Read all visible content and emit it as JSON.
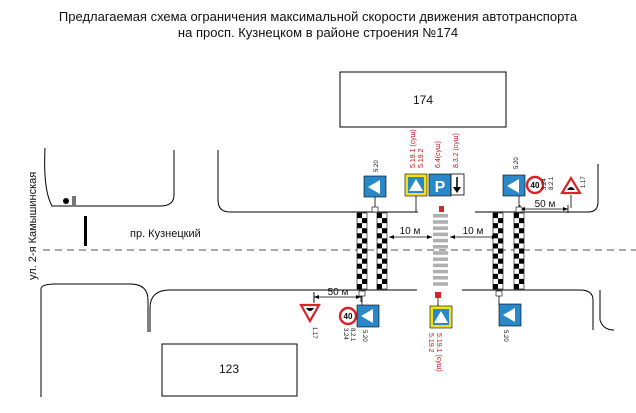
{
  "title": {
    "line1": "Предлагаемая схема ограничения максимальной скорости движения автотранспорта",
    "line2": "на просп. Кузнецком в районе строения №174"
  },
  "buildings": {
    "top": "174",
    "bottom": "123"
  },
  "streets": {
    "main": "пр. Кузнецкий",
    "side": "ул. 2-я Камышинская"
  },
  "distances": {
    "left_10": "10 м",
    "right_10": "10 м",
    "top_50": "50 м",
    "bottom_50": "50 м"
  },
  "speed_limit": "40",
  "sign_codes": {
    "crossing": "5.20",
    "speed": "3.24",
    "zone": "8.2.1",
    "bump": "1.17",
    "ped1": "5.19.1 (суш)",
    "ped2": "5.19.2",
    "parking": "6.4(суш)",
    "plate": "8.3.2 (суш)"
  },
  "colors": {
    "sign_blue": "#2a88c8",
    "sign_yellow": "#f0e020",
    "sign_red": "#d8232a",
    "red_text": "#c0141e",
    "line": "#000000"
  }
}
